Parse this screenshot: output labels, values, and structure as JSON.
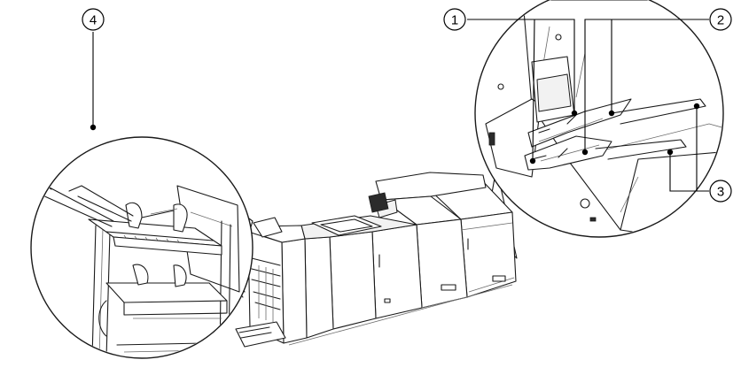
{
  "callouts": [
    {
      "id": "1",
      "label": "1"
    },
    {
      "id": "2",
      "label": "2"
    },
    {
      "id": "3",
      "label": "3"
    },
    {
      "id": "4",
      "label": "4"
    }
  ],
  "colors": {
    "line": "#1a1a1a",
    "background": "#ffffff"
  }
}
